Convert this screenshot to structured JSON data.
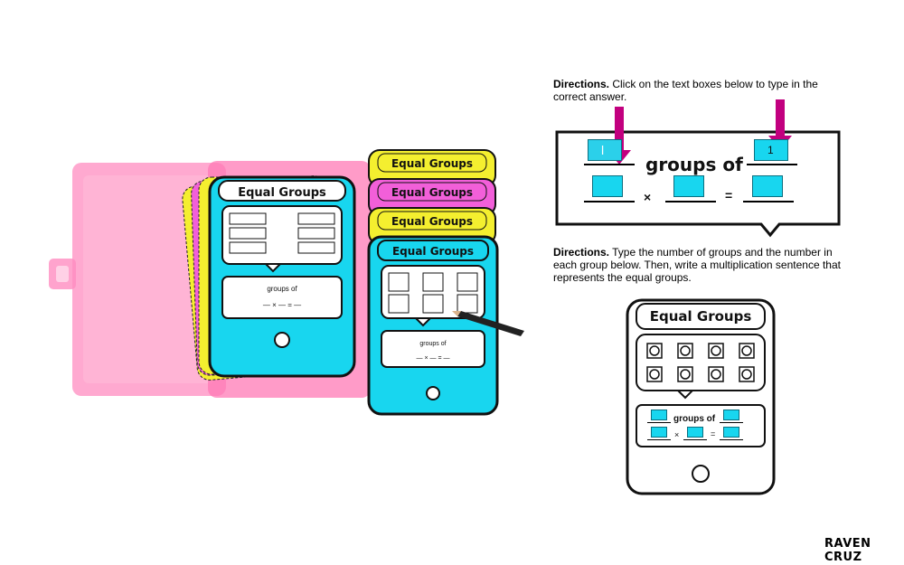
{
  "card_title": "Equal Groups",
  "card_text": {
    "groups_of": "groups of",
    "times": "×",
    "equals": "="
  },
  "directions_1": {
    "bold": "Directions.",
    "text": " Click on the text boxes below to type in the correct answer."
  },
  "directions_2": {
    "bold": "Directions.",
    "text": " Type the number of groups and the number in each group below. Then, write a multiplication sentence that represents the equal groups."
  },
  "example_inputs": {
    "groups_value": "l",
    "in_each_value": "1"
  },
  "colors": {
    "cyan": "#18d6ef",
    "yellow": "#f4ef2f",
    "pink": "#f25fd9",
    "magenta_arrow": "#c2007f",
    "case_pink": "#ff6fb0"
  },
  "brand": "RAVEN CRUZ"
}
